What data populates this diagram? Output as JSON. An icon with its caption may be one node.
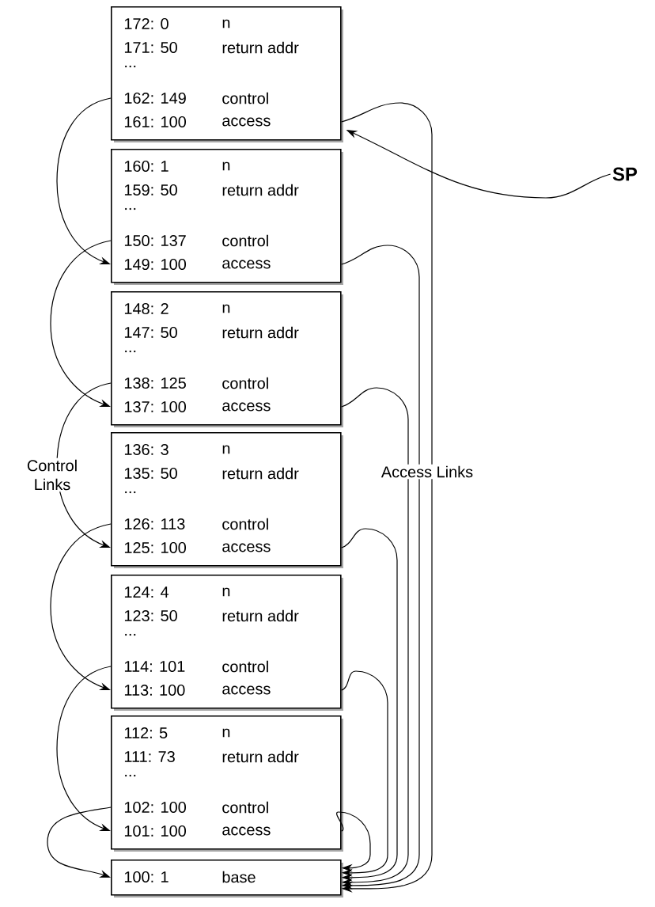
{
  "diagram": {
    "nodes": [
      {
        "text": [
          "172: 0",
          "n",
          "171: 50",
          "return addr",
          "...",
          "162: 149",
          "control",
          "161: 100",
          "access"
        ]
      },
      {
        "text": [
          "160: 1",
          "n",
          "159: 50",
          "return addr",
          "...",
          "150: 137",
          "control",
          "149: 100",
          "access"
        ]
      },
      {
        "text": [
          "148: 2",
          "n",
          "147: 50",
          "return addr",
          "...",
          "138: 125",
          "control",
          "137: 100",
          "access"
        ]
      },
      {
        "text": [
          "136: 3",
          "n",
          "135: 50",
          "return addr",
          "...",
          "126: 113",
          "control",
          "125: 100",
          "access"
        ]
      },
      {
        "text": [
          "124: 4",
          "n",
          "123: 50",
          "return addr",
          "...",
          "114: 101",
          "control",
          "113: 100",
          "access"
        ]
      },
      {
        "text": [
          "112: 5",
          "n",
          "111: 73",
          "return addr",
          "...",
          "102: 100",
          "control",
          "101: 100",
          "access"
        ]
      },
      {
        "text": [
          "100: 1",
          "base"
        ]
      },
      {
        "text": [
          "SP"
        ]
      }
    ],
    "edges": [
      {
        "from": 0,
        "to": 1,
        "arrow": "to"
      },
      {
        "from": 1,
        "to": 2,
        "arrow": "to"
      },
      {
        "from": 2,
        "to": 3,
        "arrow": "to"
      },
      {
        "from": 3,
        "to": 4,
        "arrow": "to"
      },
      {
        "from": 4,
        "to": 5,
        "arrow": "to"
      },
      {
        "from": 5,
        "to": 6,
        "arrow": "to"
      },
      {
        "from": 0,
        "to": 6,
        "arrow": "to"
      },
      {
        "from": 1,
        "to": 6,
        "arrow": "to"
      },
      {
        "from": 2,
        "to": 6,
        "arrow": "to"
      },
      {
        "from": 3,
        "to": 6,
        "arrow": "to"
      },
      {
        "from": 4,
        "to": 6,
        "arrow": "to"
      },
      {
        "from": 5,
        "to": 6,
        "arrow": "to"
      },
      {
        "from": 7,
        "to": 0,
        "arrow": "to"
      }
    ],
    "labels": [
      "Control Links",
      "Access Links"
    ]
  }
}
